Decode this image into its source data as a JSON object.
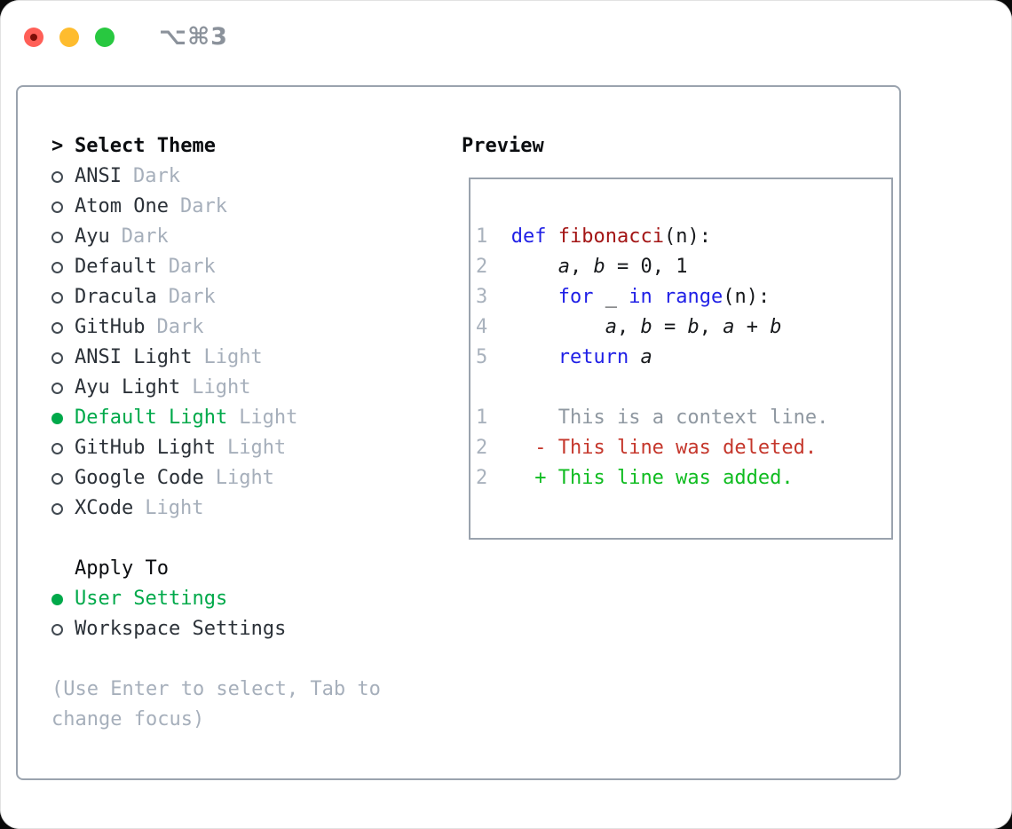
{
  "titlebar": {
    "shortcut": "⌥⌘3"
  },
  "theme_list": {
    "title_marker": ">",
    "title": "Select Theme",
    "items": [
      {
        "name": "ANSI",
        "variant": "Dark",
        "selected": false
      },
      {
        "name": "Atom One",
        "variant": "Dark",
        "selected": false
      },
      {
        "name": "Ayu",
        "variant": "Dark",
        "selected": false
      },
      {
        "name": "Default",
        "variant": "Dark",
        "selected": false
      },
      {
        "name": "Dracula",
        "variant": "Dark",
        "selected": false
      },
      {
        "name": "GitHub",
        "variant": "Dark",
        "selected": false
      },
      {
        "name": "ANSI Light",
        "variant": "Light",
        "selected": false
      },
      {
        "name": "Ayu Light",
        "variant": "Light",
        "selected": false
      },
      {
        "name": "Default Light",
        "variant": "Light",
        "selected": true
      },
      {
        "name": "GitHub Light",
        "variant": "Light",
        "selected": false
      },
      {
        "name": "Google Code",
        "variant": "Light",
        "selected": false
      },
      {
        "name": "XCode",
        "variant": "Light",
        "selected": false
      }
    ]
  },
  "apply_to": {
    "title": "Apply To",
    "options": [
      {
        "label": "User Settings",
        "selected": true
      },
      {
        "label": "Workspace Settings",
        "selected": false
      }
    ]
  },
  "hint": "(Use Enter to select, Tab to change focus)",
  "preview": {
    "title": "Preview",
    "lines": [
      {
        "segs": [
          [
            "num",
            "1"
          ],
          [
            "p",
            "  "
          ],
          [
            "kw",
            "def"
          ],
          [
            "p",
            " "
          ],
          [
            "fn",
            "fibonacci"
          ],
          [
            "p",
            "(n):"
          ]
        ]
      },
      {
        "segs": [
          [
            "num",
            "2"
          ],
          [
            "p",
            "      "
          ],
          [
            "v",
            "a"
          ],
          [
            "p",
            ", "
          ],
          [
            "v",
            "b"
          ],
          [
            "p",
            " = 0, 1"
          ]
        ]
      },
      {
        "segs": [
          [
            "num",
            "3"
          ],
          [
            "p",
            "      "
          ],
          [
            "kw",
            "for"
          ],
          [
            "p",
            " _ "
          ],
          [
            "kw",
            "in"
          ],
          [
            "p",
            " "
          ],
          [
            "kw",
            "range"
          ],
          [
            "p",
            "(n):"
          ]
        ]
      },
      {
        "segs": [
          [
            "num",
            "4"
          ],
          [
            "p",
            "          "
          ],
          [
            "v",
            "a"
          ],
          [
            "p",
            ", "
          ],
          [
            "v",
            "b"
          ],
          [
            "p",
            " = "
          ],
          [
            "v",
            "b"
          ],
          [
            "p",
            ", "
          ],
          [
            "v",
            "a"
          ],
          [
            "p",
            " + "
          ],
          [
            "v",
            "b"
          ]
        ]
      },
      {
        "segs": [
          [
            "num",
            "5"
          ],
          [
            "p",
            "      "
          ],
          [
            "kw",
            "return"
          ],
          [
            "p",
            " "
          ],
          [
            "v",
            "a"
          ]
        ]
      },
      {
        "segs": []
      },
      {
        "segs": [
          [
            "num",
            "1"
          ],
          [
            "p",
            "      "
          ],
          [
            "ctx",
            "This is a context line."
          ]
        ]
      },
      {
        "segs": [
          [
            "num",
            "2"
          ],
          [
            "p",
            "    "
          ],
          [
            "del",
            "- This line was deleted."
          ]
        ]
      },
      {
        "segs": [
          [
            "num",
            "2"
          ],
          [
            "p",
            "    "
          ],
          [
            "add",
            "+ This line was added."
          ]
        ]
      }
    ]
  },
  "colors": {
    "traffic_red": "#ff5f57",
    "traffic_yellow": "#febc2e",
    "traffic_green": "#28c840",
    "selection_green": "#00a94a",
    "keyword_blue": "#1f1fe6",
    "function_red": "#a31515",
    "diff_deleted_red": "#c5372c",
    "diff_added_green": "#0fbc20",
    "border_gray": "#9aa3ae",
    "muted_gray": "#a6afbb"
  }
}
